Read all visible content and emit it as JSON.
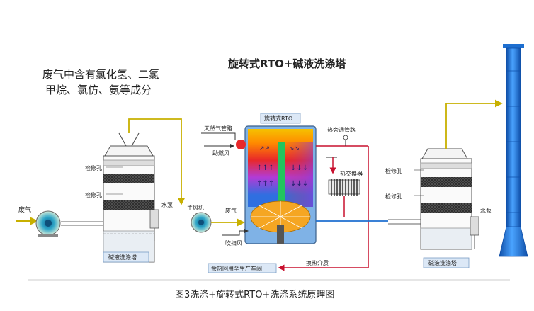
{
  "diagram": {
    "title": "旋转式RTO+碱液洗涤塔",
    "note_line1": "废气中含有氯化氢、二氯",
    "note_line2": "甲烷、氯仿、氨等成分",
    "caption": "图3洗涤+旋转式RTO+洗涤系统原理图",
    "labels": {
      "waste_gas_inlet": "废气",
      "inspection_hole_1a": "检修孔",
      "inspection_hole_1b": "检修孔",
      "water_pump_1": "水泵",
      "tower_1": "碱液洗涤塔",
      "main_fan": "主风机",
      "natural_gas_pipe": "天然气管路",
      "combustion_air": "助燃风",
      "rto_title": "旋转式RTO",
      "rto_waste_gas": "废气",
      "purge_air": "吹扫风",
      "waste_heat_line": "余热回用至生产车间",
      "heat_medium": "换热介质",
      "bypass_pipe": "热旁通管路",
      "heat_exchanger": "热交换器",
      "inspection_hole_2a": "检修孔",
      "inspection_hole_2b": "检修孔",
      "water_pump_2": "水泵",
      "tower_2": "碱液洗涤塔"
    },
    "colors": {
      "gas_line": "#c8b000",
      "hot_line": "#c8102e",
      "stack_blue": "#1e6fd0",
      "rto_yellow": "#f5c200",
      "rto_orange": "#ff7a00",
      "rto_red": "#e8282a",
      "rto_purple": "#8a3bd6",
      "rto_blue": "#2f6fe0",
      "rto_green": "#22c55e",
      "rto_lower": "#7fb2e6",
      "label_bg": "#dce8f6"
    }
  }
}
